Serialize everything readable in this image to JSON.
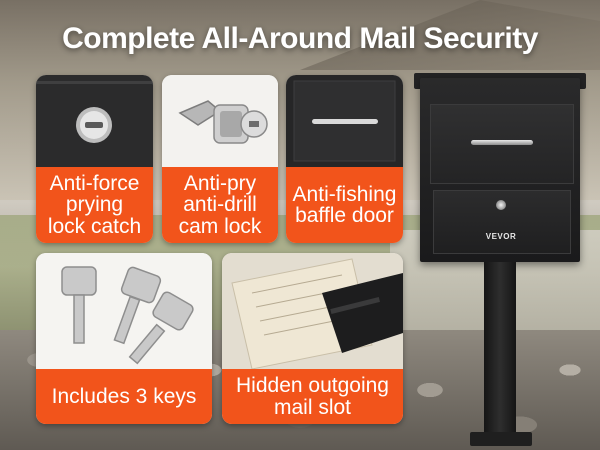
{
  "title": "Complete All-Around Mail Security",
  "features": [
    {
      "label": "Anti-force\nprying\nlock catch",
      "icon": "lock-cylinder-icon"
    },
    {
      "label": "Anti-pry\nanti-drill\ncam lock",
      "icon": "cam-lock-icon"
    },
    {
      "label": "Anti-fishing\nbaffle door",
      "icon": "baffle-door-icon"
    },
    {
      "label": "Includes 3 keys",
      "icon": "keys-icon"
    },
    {
      "label": "Hidden outgoing\nmail slot",
      "icon": "mail-slot-icon"
    }
  ],
  "mailbox": {
    "brand": "VEVOR"
  },
  "colors": {
    "accent": "#f2541b",
    "title": "#ffffff",
    "mailbox": "#1f1f20"
  }
}
